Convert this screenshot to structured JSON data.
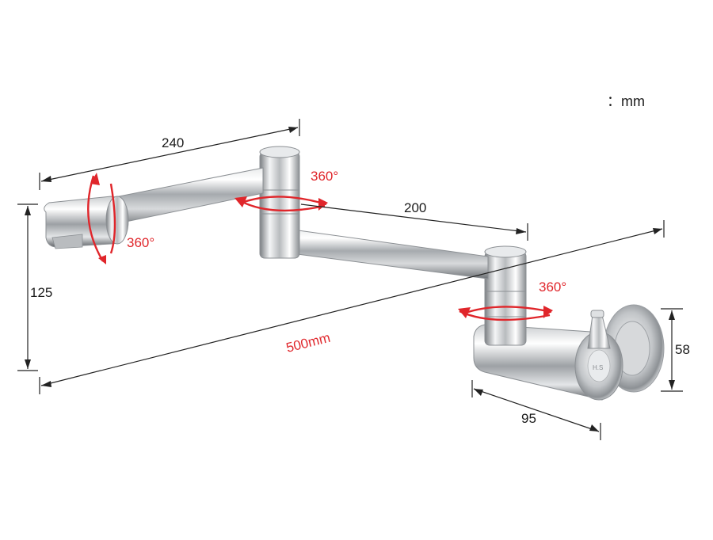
{
  "unit_label": "：mm",
  "dimensions": {
    "spout_length": "240",
    "arm_length": "200",
    "spout_height": "125",
    "total_length": "500mm",
    "base_height": "58",
    "base_depth": "95"
  },
  "rotations": {
    "spout": "360°",
    "upper_joint": "360°",
    "lower_joint": "360°"
  },
  "colors": {
    "rotation_marker": "#e0262b",
    "dimension_line": "#222222",
    "chrome_dark": "#6e7276",
    "chrome_light": "#f4f5f6"
  }
}
